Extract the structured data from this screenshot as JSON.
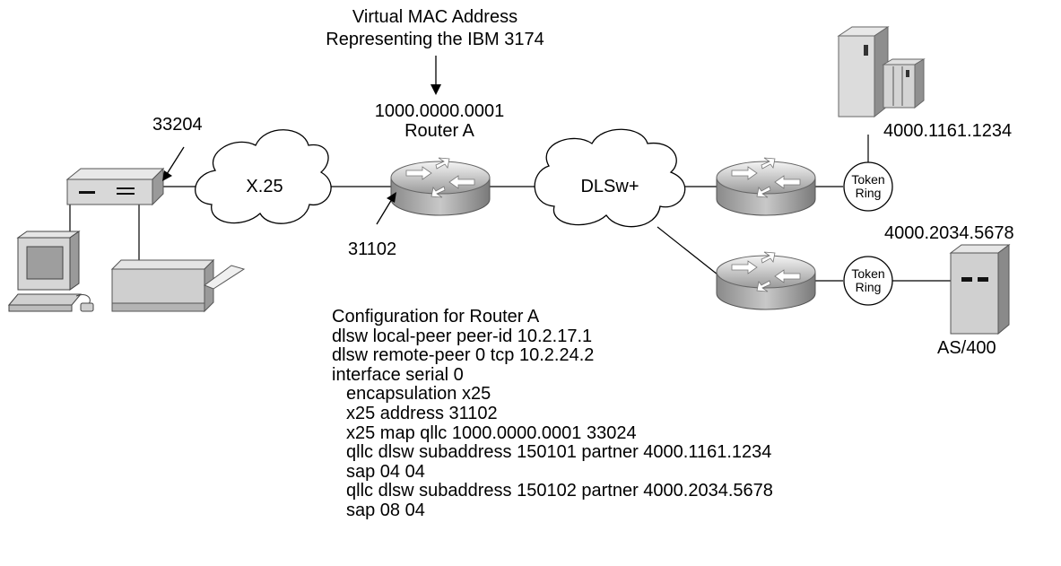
{
  "labels": {
    "virtual_mac_title": "Virtual MAC Address",
    "virtual_mac_subtitle": "Representing the IBM 3174",
    "router_a_mac": "1000.0000.0001",
    "router_a_name": "Router A",
    "x25_cloud": "X.25",
    "dlsw_cloud": "DLSw+",
    "pad_address": "33204",
    "router_x25_address": "31102",
    "host_mac": "4000.1161.1234",
    "as400_mac": "4000.2034.5678",
    "as400_name": "AS/400",
    "token_ring_1": "Token Ring",
    "token_ring_2": "Token Ring"
  },
  "config": {
    "title": "Configuration for Router A",
    "lines": [
      "dlsw local-peer peer-id 10.2.17.1",
      "dlsw remote-peer 0 tcp 10.2.24.2",
      "interface serial 0"
    ],
    "indented_lines": [
      "encapsulation x25",
      "x25 address 31102",
      "x25 map qllc 1000.0000.0001 33024",
      "qllc dlsw subaddress 150101 partner 4000.1161.1234",
      "sap 04 04",
      "qllc dlsw subaddress 150102 partner 4000.2034.5678",
      "sap 08 04"
    ]
  },
  "icons": [
    "workstation-icon",
    "printer-icon",
    "pad-device-icon",
    "router-icon",
    "mainframe-icon",
    "token-ring-icon",
    "as400-server-icon",
    "cloud-icon"
  ]
}
